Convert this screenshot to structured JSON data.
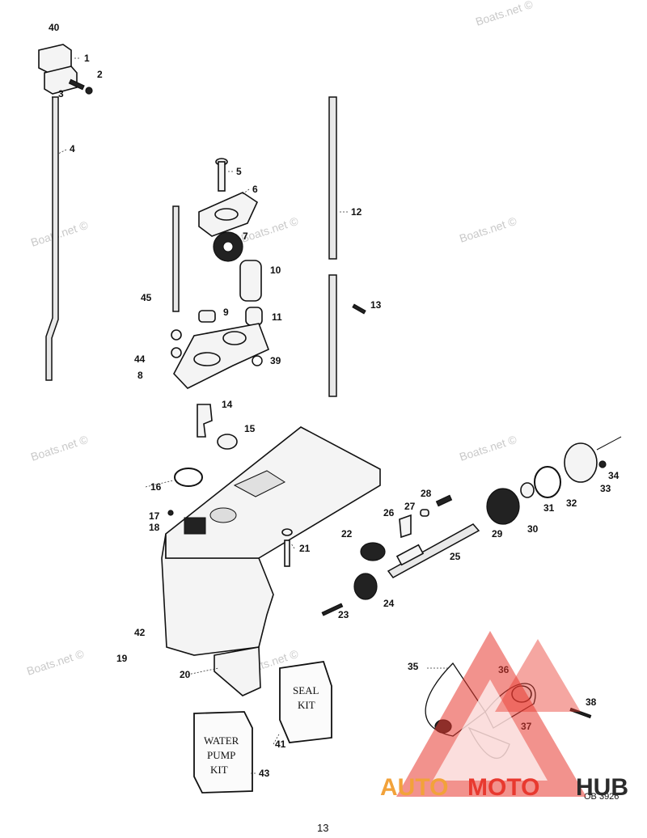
{
  "watermark_text": "Boats.net ©",
  "page_number": "13",
  "drawing_code": "OB 3926",
  "brand": {
    "auto": "AUTO",
    "moto": "MOTO",
    "hub": "HUB",
    "color_primary": "#e8392f",
    "color_dark": "#2b2b2b",
    "color_accent": "#f2a23a"
  },
  "kits": {
    "water_pump_kit": [
      "WATER",
      "PUMP",
      "KIT"
    ],
    "seal_kit": [
      "SEAL",
      "KIT"
    ]
  },
  "callouts": [
    "40",
    "1",
    "2",
    "3",
    "4",
    "5",
    "6",
    "7",
    "9",
    "10",
    "11",
    "12",
    "13",
    "14",
    "15",
    "16",
    "17",
    "18",
    "19",
    "20",
    "21",
    "22",
    "23",
    "24",
    "25",
    "26",
    "27",
    "28",
    "29",
    "30",
    "31",
    "32",
    "33",
    "34",
    "35",
    "36",
    "37",
    "38",
    "39",
    "41",
    "42",
    "43",
    "44",
    "45",
    "8"
  ]
}
